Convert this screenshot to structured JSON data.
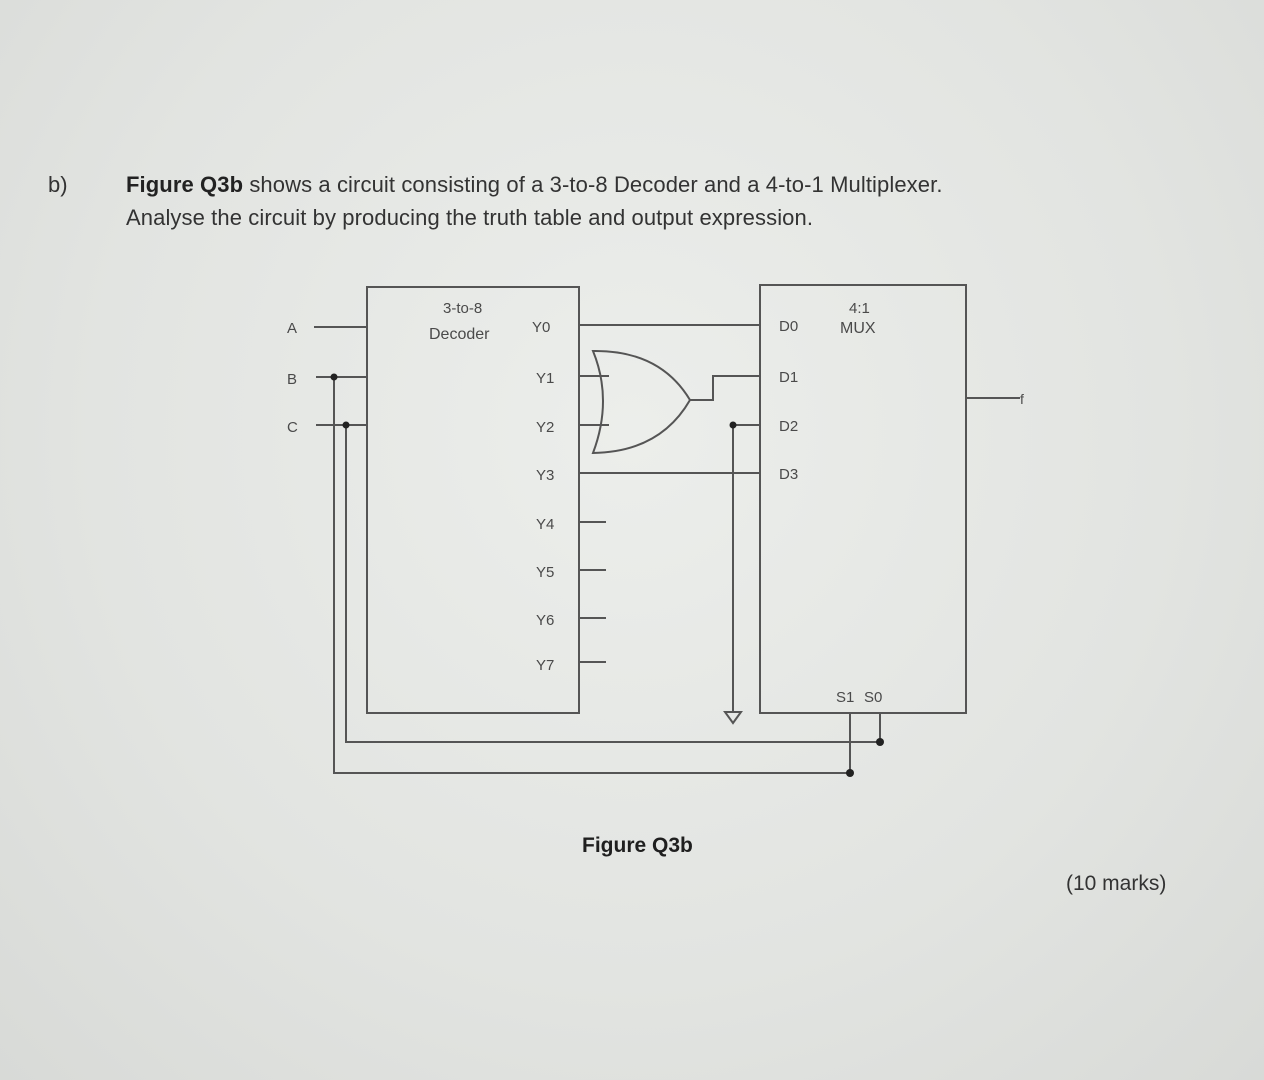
{
  "question": {
    "label": "b)",
    "text_bold": "Figure Q3b",
    "text_line1_rest": " shows a circuit consisting of a 3-to-8 Decoder and a 4-to-1 Multiplexer.",
    "text_line2": "Analyse the circuit by producing the truth table and output expression."
  },
  "decoder": {
    "title_line1": "3-to-8",
    "title_line2": "Decoder",
    "inputs": [
      "A",
      "B",
      "C"
    ],
    "outputs": [
      "Y0",
      "Y1",
      "Y2",
      "Y3",
      "Y4",
      "Y5",
      "Y6",
      "Y7"
    ]
  },
  "mux": {
    "title_line1": "4:1",
    "title_line2": "MUX",
    "inputs": [
      "D0",
      "D1",
      "D2",
      "D3"
    ],
    "selects": [
      "S1",
      "S0"
    ],
    "output": "f"
  },
  "figure": {
    "caption": "Figure Q3b"
  },
  "marks": "(10 marks)",
  "colors": {
    "paper": "#e3e5e2",
    "line": "#555555",
    "text": "#333333"
  }
}
